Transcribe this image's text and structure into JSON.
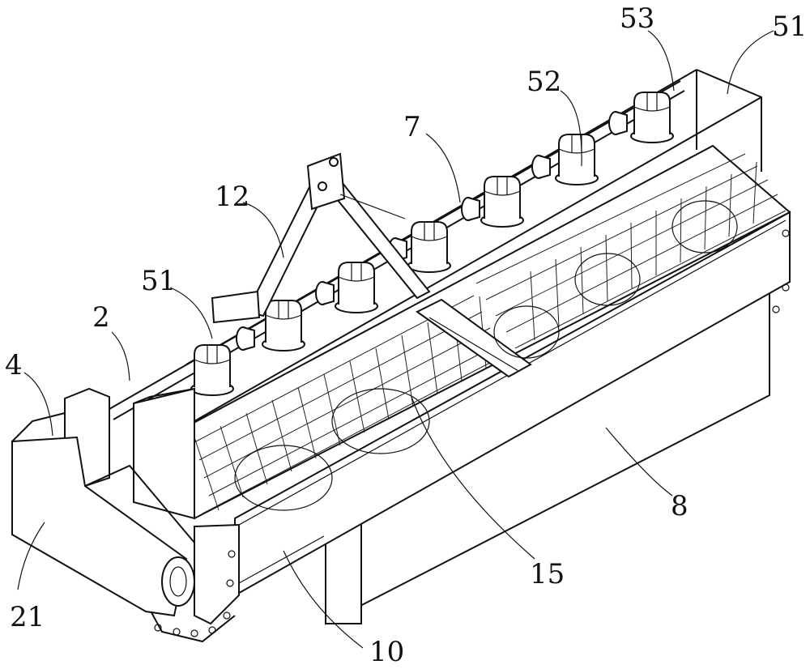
{
  "labels": {
    "l53": "53",
    "l51_top": "51",
    "l52": "52",
    "l7": "7",
    "l12": "12",
    "l51_left": "51",
    "l2": "2",
    "l4": "4",
    "l21": "21",
    "l10": "10",
    "l15": "15",
    "l8": "8"
  }
}
